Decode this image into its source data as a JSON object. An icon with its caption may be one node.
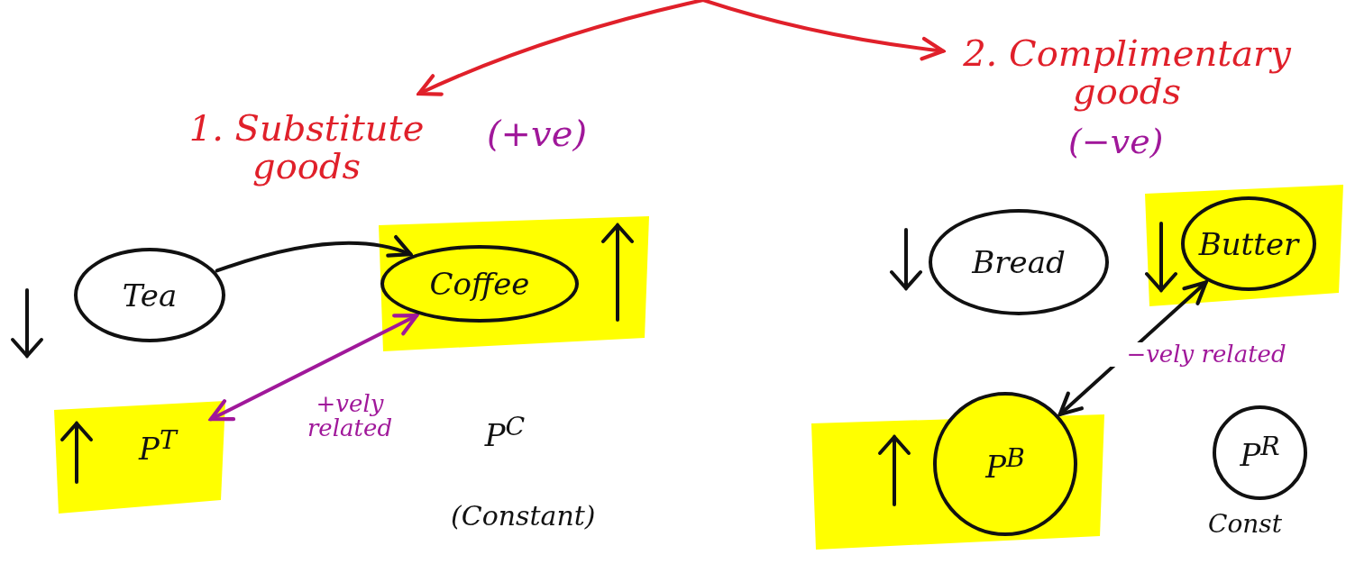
{
  "diagram": {
    "nodes": [
      {
        "text": [
          "1. Substitute goods"
        ],
        "beside": [
          "(+ve)"
        ]
      },
      {
        "text": [
          "2. Complimentary goods"
        ],
        "beside": [
          "(−ve)"
        ]
      },
      {
        "text": [
          "Tea"
        ]
      },
      {
        "text": [
          "Coffee"
        ]
      },
      {
        "text": [
          "P$^{T}$"
        ]
      },
      {
        "text": [
          "P$^{C}$"
        ],
        "beside": [
          "(Constant)"
        ]
      },
      {
        "text": [
          "Bread"
        ]
      },
      {
        "text": [
          "Butter"
        ]
      },
      {
        "text": [
          "P$^{B}$"
        ]
      },
      {
        "text": [
          "P$^{R}$"
        ],
        "beside": [
          "Const"
        ]
      }
    ],
    "edges": [
      {
        "from": null,
        "to": 0,
        "arrow": "to",
        "color": "#e0202a"
      },
      {
        "from": null,
        "to": 1,
        "arrow": "to",
        "color": "#e0202a"
      },
      {
        "from": 2,
        "to": 3,
        "arrow": "to",
        "color": "#111111"
      },
      {
        "from": 4,
        "to": 3,
        "arrow": "both",
        "label": "+vely related",
        "color": "#a0189a"
      },
      {
        "from": 7,
        "to": 8,
        "arrow": "both",
        "label": "−vely related",
        "color": "#111111"
      }
    ]
  }
}
